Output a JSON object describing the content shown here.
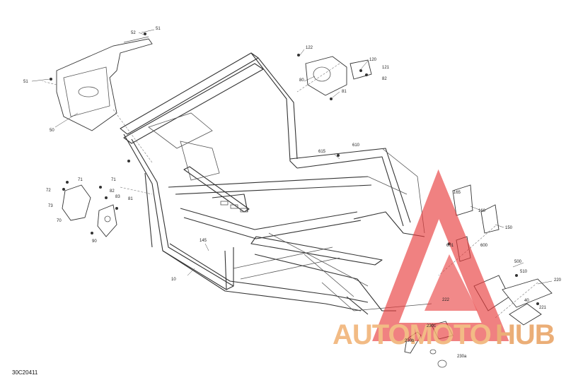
{
  "diagram": {
    "code": "30C20411",
    "callouts": [
      {
        "id": "c51a",
        "text": "51"
      },
      {
        "id": "c52",
        "text": "52"
      },
      {
        "id": "c51b",
        "text": "51"
      },
      {
        "id": "c50",
        "text": "50"
      },
      {
        "id": "c122",
        "text": "122"
      },
      {
        "id": "c120",
        "text": "120"
      },
      {
        "id": "c121",
        "text": "121"
      },
      {
        "id": "c82a",
        "text": "82"
      },
      {
        "id": "c80",
        "text": "80"
      },
      {
        "id": "c81a",
        "text": "81"
      },
      {
        "id": "c610",
        "text": "610"
      },
      {
        "id": "c615",
        "text": "615"
      },
      {
        "id": "c71a",
        "text": "71"
      },
      {
        "id": "c71b",
        "text": "71"
      },
      {
        "id": "c72",
        "text": "72"
      },
      {
        "id": "c73",
        "text": "73"
      },
      {
        "id": "c70",
        "text": "70"
      },
      {
        "id": "c82b",
        "text": "82"
      },
      {
        "id": "c83",
        "text": "83"
      },
      {
        "id": "c81b",
        "text": "81"
      },
      {
        "id": "c90",
        "text": "90"
      },
      {
        "id": "c145",
        "text": "145"
      },
      {
        "id": "c10",
        "text": "10"
      },
      {
        "id": "c165",
        "text": "165"
      },
      {
        "id": "c160",
        "text": "160"
      },
      {
        "id": "c150",
        "text": "150"
      },
      {
        "id": "c601",
        "text": "601"
      },
      {
        "id": "c600",
        "text": "600"
      },
      {
        "id": "c500",
        "text": "500"
      },
      {
        "id": "c510",
        "text": "510"
      },
      {
        "id": "c220",
        "text": "220"
      },
      {
        "id": "c222",
        "text": "222"
      },
      {
        "id": "c40",
        "text": "40"
      },
      {
        "id": "c221",
        "text": "221"
      },
      {
        "id": "c230c",
        "text": "230c"
      },
      {
        "id": "c230b",
        "text": "230b"
      },
      {
        "id": "c230a",
        "text": "230a"
      }
    ]
  },
  "watermark": {
    "part1": "AUTOMOTO",
    "part2": "HUB",
    "color_primary": "#f0b070",
    "color_secondary": "#e8a060",
    "triangle_color": "#e83a3a"
  }
}
